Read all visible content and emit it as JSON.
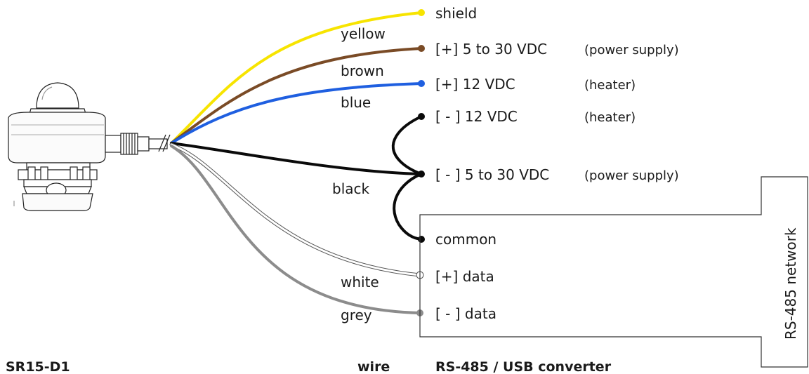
{
  "device": {
    "name": "SR15-D1"
  },
  "wire_header": "wire",
  "converter": {
    "name": "RS-485 / USB converter",
    "network_label": "RS-485 network"
  },
  "wires": [
    {
      "id": "yellow",
      "label": "yellow",
      "color": "#f7e400"
    },
    {
      "id": "brown",
      "label": "brown",
      "color": "#7a4b26"
    },
    {
      "id": "blue",
      "label": "blue",
      "color": "#1f5fe0"
    },
    {
      "id": "black",
      "label": "black",
      "color": "#0a0a0a"
    },
    {
      "id": "white",
      "label": "white",
      "color": "#ffffff"
    },
    {
      "id": "grey",
      "label": "grey",
      "color": "#8c8c8c"
    }
  ],
  "terminals": [
    {
      "id": "shield",
      "label": "shield",
      "note": ""
    },
    {
      "id": "pwr_plus",
      "label": "[+] 5 to 30 VDC",
      "note": "(power supply)"
    },
    {
      "id": "heat_plus",
      "label": "[+] 12 VDC",
      "note": "(heater)"
    },
    {
      "id": "heat_minus",
      "label": "[ - ] 12 VDC",
      "note": "(heater)"
    },
    {
      "id": "pwr_minus",
      "label": "[ - ] 5 to 30 VDC",
      "note": "(power supply)"
    },
    {
      "id": "common",
      "label": "common",
      "note": ""
    },
    {
      "id": "data_plus",
      "label": "[+] data",
      "note": ""
    },
    {
      "id": "data_minus",
      "label": "[ - ] data",
      "note": ""
    }
  ]
}
